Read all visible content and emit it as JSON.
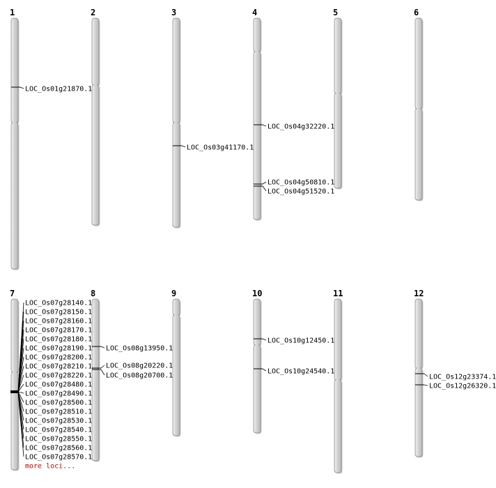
{
  "colors": {
    "chromosome_fill_light": "#f2f2f2",
    "chromosome_fill_mid": "#d4d4d4",
    "chromosome_fill_dark": "#b8b8b8",
    "chromosome_stroke": "#8a8a8a",
    "marker_line": "#000000",
    "more_link": "#cc0000"
  },
  "chromosomes": [
    {
      "label": "1",
      "loci": [
        "LOC_Os01g21870.1"
      ]
    },
    {
      "label": "2",
      "loci": []
    },
    {
      "label": "3",
      "loci": [
        "LOC_Os03g41170.1"
      ]
    },
    {
      "label": "4",
      "loci": [
        "LOC_Os04g32220.1",
        "LOC_Os04g50810.1",
        "LOC_Os04g51520.1"
      ]
    },
    {
      "label": "5",
      "loci": []
    },
    {
      "label": "6",
      "loci": []
    },
    {
      "label": "7",
      "loci": [
        "LOC_Os07g28140.1",
        "LOC_Os07g28150.1",
        "LOC_Os07g28160.1",
        "LOC_Os07g28170.1",
        "LOC_Os07g28180.1",
        "LOC_Os07g28190.1",
        "LOC_Os07g28200.1",
        "LOC_Os07g28210.1",
        "LOC_Os07g28220.1",
        "LOC_Os07g28480.1",
        "LOC_Os07g28490.1",
        "LOC_Os07g28500.1",
        "LOC_Os07g28510.1",
        "LOC_Os07g28530.1",
        "LOC_Os07g28540.1",
        "LOC_Os07g28550.1",
        "LOC_Os07g28560.1",
        "LOC_Os07g28570.1"
      ],
      "more_label": "more loci..."
    },
    {
      "label": "8",
      "loci": [
        "LOC_Os08g13950.1",
        "LOC_Os08g20220.1",
        "LOC_Os08g20700.1"
      ]
    },
    {
      "label": "9",
      "loci": []
    },
    {
      "label": "10",
      "loci": [
        "LOC_Os10g12450.1",
        "LOC_Os10g24540.1"
      ]
    },
    {
      "label": "11",
      "loci": []
    },
    {
      "label": "12",
      "loci": [
        "LOC_Os12g23374.1",
        "LOC_Os12g26320.1"
      ]
    }
  ]
}
